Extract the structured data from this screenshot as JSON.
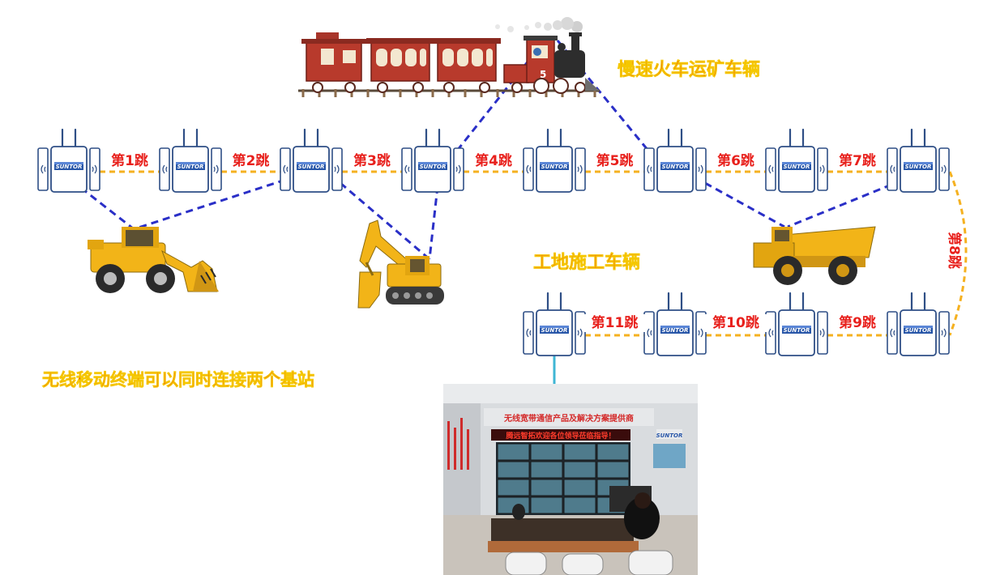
{
  "labels": {
    "train_caption": "慢速火车运矿车辆",
    "construction_caption": "工地施工车辆",
    "dual_link_caption": "无线移动终端可以同时连接两个基站",
    "photo_banner": "无线宽带通信产品及解决方案提供商",
    "photo_led": "腾远智拓欢迎各位领导莅临指导！",
    "brand_on_radio": "SUNTOR",
    "train_number": "5"
  },
  "hops": [
    "第1跳",
    "第2跳",
    "第3跳",
    "第4跳",
    "第5跳",
    "第6跳",
    "第7跳",
    "第8跳",
    "第9跳",
    "第10跳",
    "第11跳"
  ],
  "colors": {
    "hop_text": "#e8201c",
    "caption_text": "#e8201c",
    "hop_link": "#f5b120",
    "mobile_link": "#2a2fc7",
    "fiber_link": "#3fb6d4",
    "radio_outline": "#2f4f86",
    "radio_brand_bg": "#2856a8",
    "machine_yellow": "#f2b418",
    "train_red": "#b83a2c"
  },
  "icons": [
    "radio-base-station-icon",
    "wheel-loader-icon",
    "excavator-icon",
    "dump-truck-icon",
    "steam-train-icon",
    "control-room-photo"
  ]
}
